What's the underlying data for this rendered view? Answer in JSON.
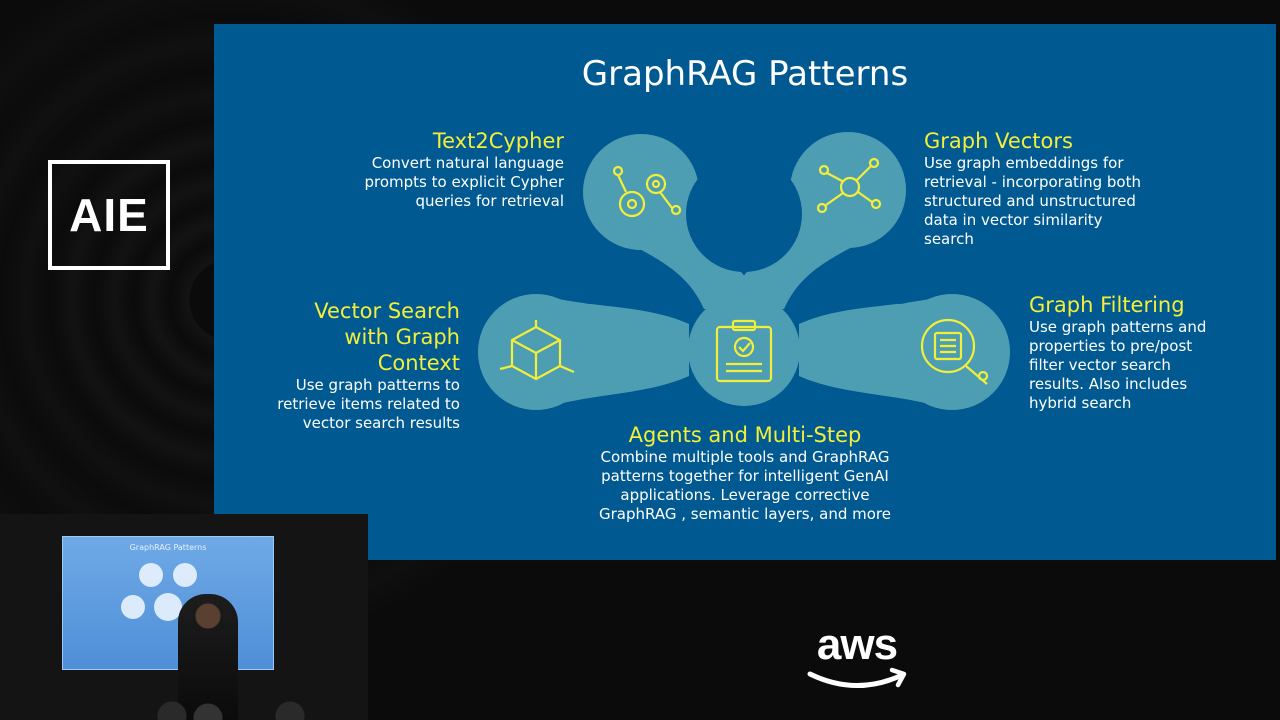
{
  "brand": {
    "logo_text": "AIE",
    "sponsor": "aws"
  },
  "slide": {
    "title": "GraphRAG Patterns",
    "patterns": [
      {
        "title": "Text2Cypher",
        "description": "Convert natural language\nprompts to explicit Cypher\nqueries for retrieval"
      },
      {
        "title": "Graph Vectors",
        "description": "Use graph embeddings for\nretrieval - incorporating both\nstructured and unstructured\ndata in vector similarity\nsearch"
      },
      {
        "title": "Vector Search\nwith Graph\nContext",
        "description": "Use graph patterns to\nretrieve items related to\nvector search results"
      },
      {
        "title": "Graph Filtering",
        "description": "Use graph patterns and\nproperties to pre/post\nfilter vector search\nresults. Also includes\nhybrid search"
      },
      {
        "title": "Agents and Multi-Step",
        "description": "Combine multiple tools and GraphRAG\npatterns together for intelligent GenAI\napplications. Leverage corrective\nGraphRAG , semantic layers, and more"
      }
    ],
    "icons": [
      "gears-icon",
      "network-icon",
      "cube-icon",
      "clipboard-check-icon",
      "document-search-icon"
    ]
  },
  "inset": {
    "mini_title": "GraphRAG Patterns"
  },
  "colors": {
    "slide_bg": "#005a91",
    "accent": "#f2ee3a",
    "blob": "#4e9eb3",
    "icon": "#f2ee3a"
  }
}
